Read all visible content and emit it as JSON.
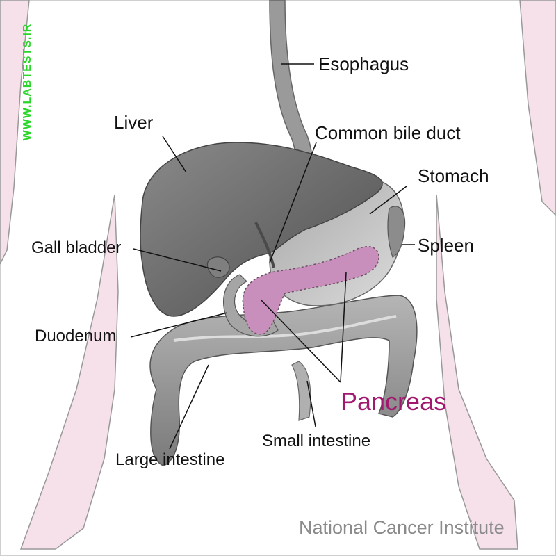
{
  "labels": {
    "esophagus": "Esophagus",
    "liver": "Liver",
    "common_bile_duct": "Common bile duct",
    "stomach": "Stomach",
    "gall_bladder": "Gall bladder",
    "spleen": "Spleen",
    "duodenum": "Duodenum",
    "pancreas": "Pancreas",
    "small_intestine": "Small intestine",
    "large_intestine": "Large intestine"
  },
  "credit": "National Cancer Institute",
  "watermark": "WWW.LABTESTS.IR",
  "colors": {
    "highlight": "#a0196e",
    "pancreas_fill": "#c98fbc",
    "body_tint": "#f6e1ea",
    "organ_gray": "#6f6f6f",
    "intestine_gray": "#9c9c9c",
    "watermark": "#29d629",
    "credit": "#8a8a8a"
  }
}
